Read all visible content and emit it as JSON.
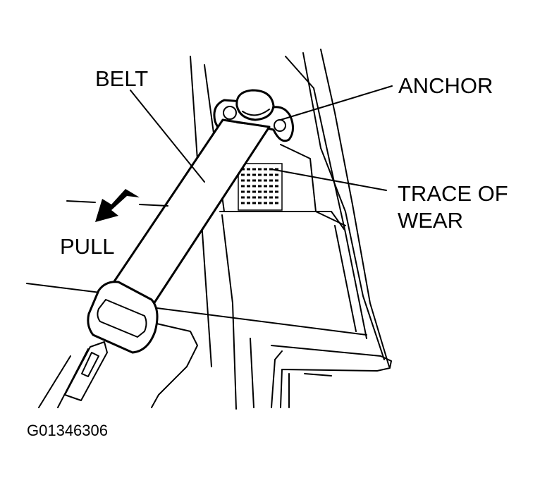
{
  "labels": {
    "belt": "BELT",
    "anchor": "ANCHOR",
    "trace_line1": "TRACE OF",
    "trace_line2": "WEAR",
    "pull": "PULL"
  },
  "figure_code": "G01346306"
}
